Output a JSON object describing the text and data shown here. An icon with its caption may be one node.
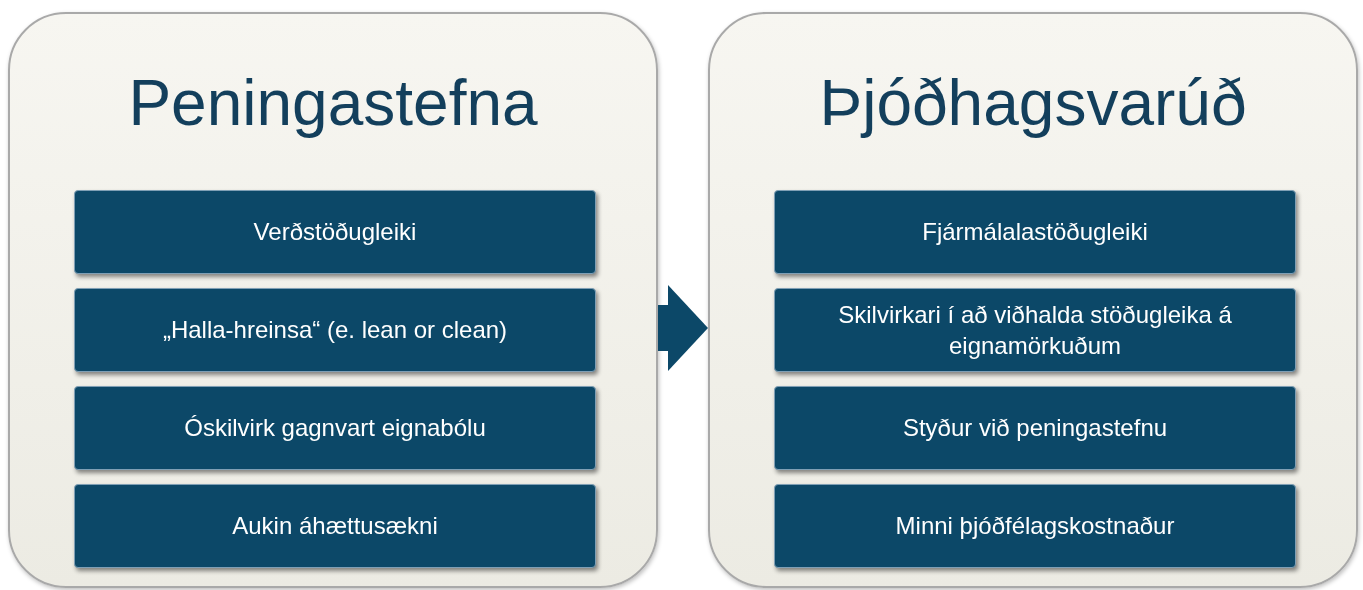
{
  "diagram": {
    "nodes": [
      {
        "text": [
          "Peningastefna"
        ]
      },
      {
        "text": [
          "Verðstöðugleiki"
        ],
        "in": 0
      },
      {
        "text": [
          "„Halla-hreinsa“ (e. lean or clean)"
        ],
        "in": 0
      },
      {
        "text": [
          "Óskilvirk gagnvart eignabólu"
        ],
        "in": 0
      },
      {
        "text": [
          "Aukin áhættusækni"
        ],
        "in": 0
      },
      {
        "text": [
          "Þjóðhagsvarúð"
        ]
      },
      {
        "text": [
          "Fjármálalastöðugleiki"
        ],
        "in": 5
      },
      {
        "text": [
          "Skilvirkari í að viðhalda stöðugleika á eignamörkuðum"
        ],
        "in": 5
      },
      {
        "text": [
          "Styður við peningastefnu"
        ],
        "in": 5
      },
      {
        "text": [
          "Minni þjóðfélagskostnaður"
        ],
        "in": 5
      }
    ],
    "edges": [
      {
        "from": 0,
        "to": 5,
        "arrow": "to"
      }
    ]
  }
}
